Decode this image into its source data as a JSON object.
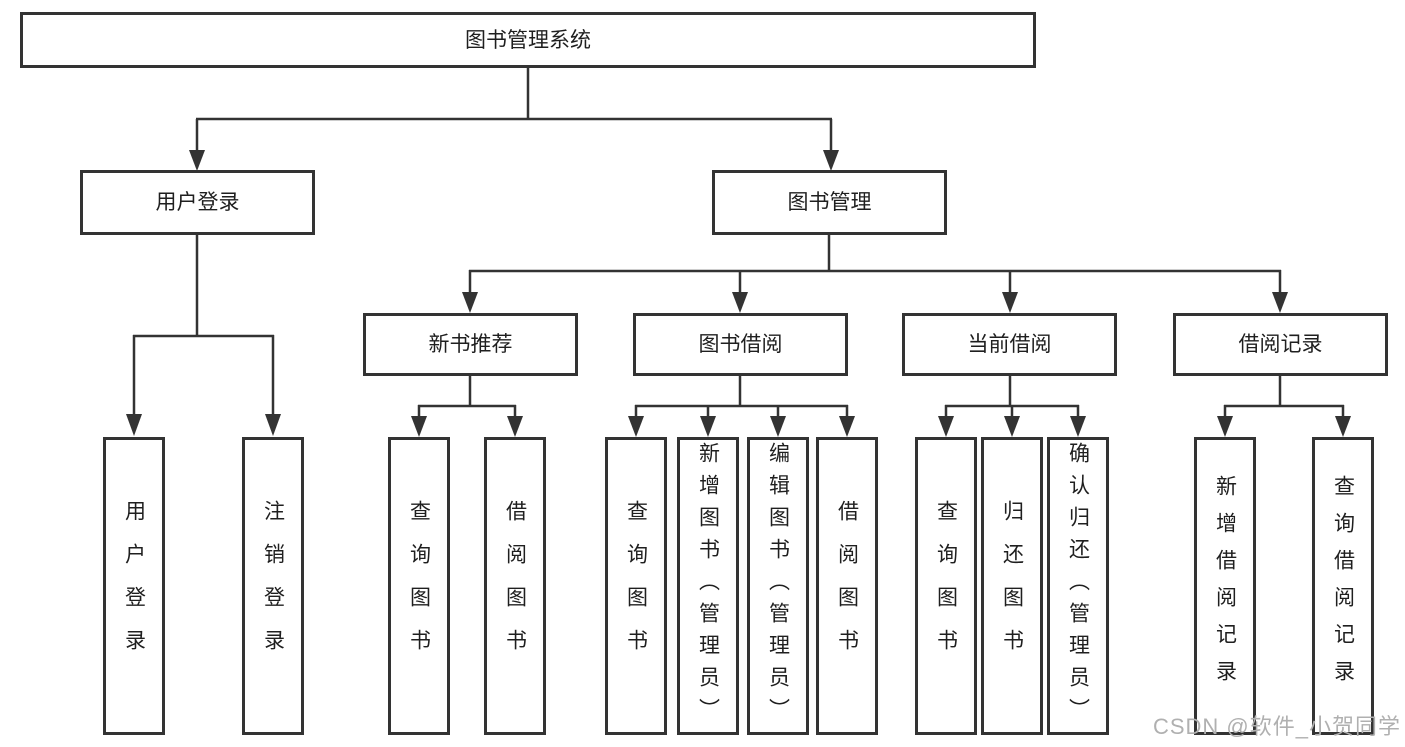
{
  "diagram": {
    "root": {
      "label": "图书管理系统"
    },
    "user_branch": {
      "label": "用户登录",
      "children": [
        {
          "label": "用户登录"
        },
        {
          "label": "注销登录"
        }
      ]
    },
    "book_branch": {
      "label": "图书管理",
      "children": [
        {
          "label": "新书推荐",
          "children": [
            {
              "label": "查询图书"
            },
            {
              "label": "借阅图书"
            }
          ]
        },
        {
          "label": "图书借阅",
          "children": [
            {
              "label": "查询图书"
            },
            {
              "label": "新增图书（管理员）"
            },
            {
              "label": "编辑图书（管理员）"
            },
            {
              "label": "借阅图书"
            }
          ]
        },
        {
          "label": "当前借阅",
          "children": [
            {
              "label": "查询图书"
            },
            {
              "label": "归还图书"
            },
            {
              "label": "确认归还（管理员）"
            }
          ]
        },
        {
          "label": "借阅记录",
          "children": [
            {
              "label": "新增借阅记录"
            },
            {
              "label": "查询借阅记录"
            }
          ]
        }
      ]
    },
    "watermark": "CSDN @软件_小贺同学",
    "colors": {
      "line": "#333333",
      "text": "#1f1f1f",
      "background": "#ffffff",
      "watermark": "#b0b0b0"
    }
  }
}
